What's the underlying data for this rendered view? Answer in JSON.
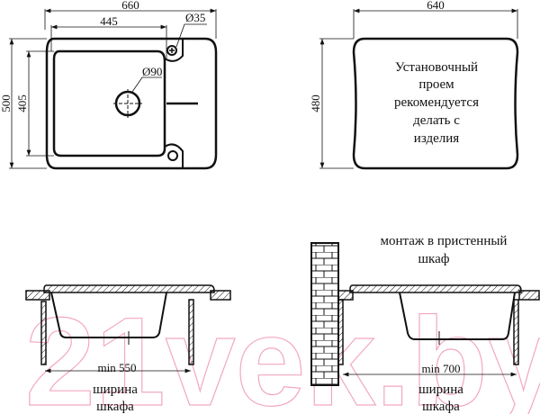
{
  "watermark": "21vek.by",
  "plan_view": {
    "width_total": "660",
    "bowl_width": "445",
    "height_total": "500",
    "bowl_height": "405",
    "faucet_hole": "Ø35",
    "drain_hole": "Ø90"
  },
  "cutout_view": {
    "width": "640",
    "height": "480",
    "note_lines": [
      "Установочный",
      "проем",
      "рекомендуется",
      "делать с",
      "изделия"
    ]
  },
  "section_standard": {
    "min_width": "min  550",
    "caption_lines": [
      "ширина",
      "шкафа"
    ]
  },
  "section_wall": {
    "title_lines": [
      "монтаж в пристенный",
      "шкаф"
    ],
    "min_width": "min 700",
    "caption_lines": [
      "ширина",
      "шкафа"
    ]
  }
}
